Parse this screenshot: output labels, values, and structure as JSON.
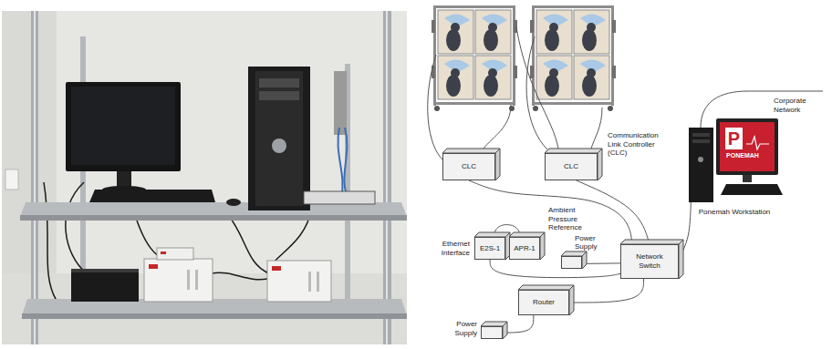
{
  "diagram": {
    "nodes": [
      {
        "text": [
          "CLC"
        ]
      },
      {
        "text": [
          "CLC",
          "Communication Link Controller (CLC)"
        ]
      },
      {
        "text": [
          "Ponemah Workstation"
        ]
      },
      {
        "text": [
          "E2S-1",
          "Ethernet Interface"
        ]
      },
      {
        "text": [
          "APR-1",
          "Ambient Pressure Reference"
        ]
      },
      {
        "text": [
          "Power Supply"
        ]
      },
      {
        "text": [
          "Network Switch"
        ]
      },
      {
        "text": [
          "Router"
        ]
      },
      {
        "text": [
          "Power Supply"
        ]
      }
    ],
    "edges": [
      {
        "from": 0,
        "to": 6,
        "arrow": "none"
      },
      {
        "from": 1,
        "to": 6,
        "arrow": "none"
      },
      {
        "from": 3,
        "to": 4,
        "arrow": "none"
      },
      {
        "from": 3,
        "to": 6,
        "arrow": "none"
      },
      {
        "from": 5,
        "to": 6,
        "arrow": "none"
      },
      {
        "from": 7,
        "to": 6,
        "arrow": "none"
      },
      {
        "from": 8,
        "to": 7,
        "arrow": "none"
      },
      {
        "from": 2,
        "to": 6,
        "arrow": "none"
      }
    ],
    "labels": [
      "Corporate Network",
      "P",
      "PONEMAH"
    ]
  }
}
